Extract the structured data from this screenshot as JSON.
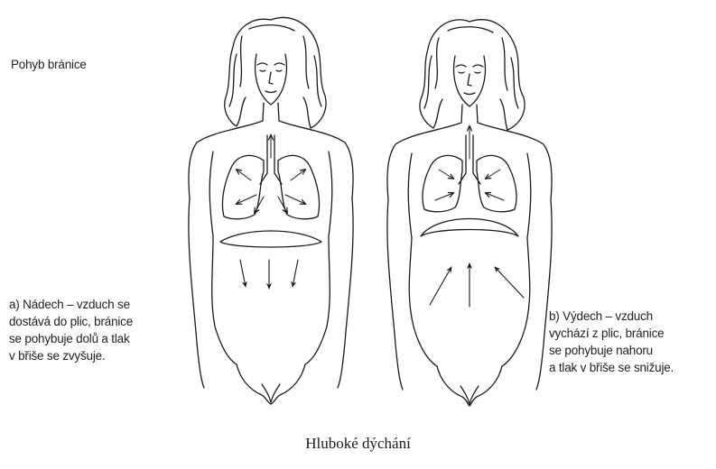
{
  "diagram": {
    "heading": "Pohyb bránice",
    "caption_a": "a) Nádech – vzduch se\ndostává do plic, bránice\nse pohybuje dolů a tlak\nv břiše se zvyšuje.",
    "caption_b": "b) Výdech – vzduch\nvychází z plic, bránice\nse pohybuje nahoru\na tlak v břiše se snižuje.",
    "title": "Hluboké dýchání",
    "figures": [
      {
        "name": "inhale-figure",
        "diaphragm": "down",
        "abdomen_arrows": "down"
      },
      {
        "name": "exhale-figure",
        "diaphragm": "up",
        "abdomen_arrows": "up"
      }
    ],
    "line_color": "#1a1a1a"
  }
}
